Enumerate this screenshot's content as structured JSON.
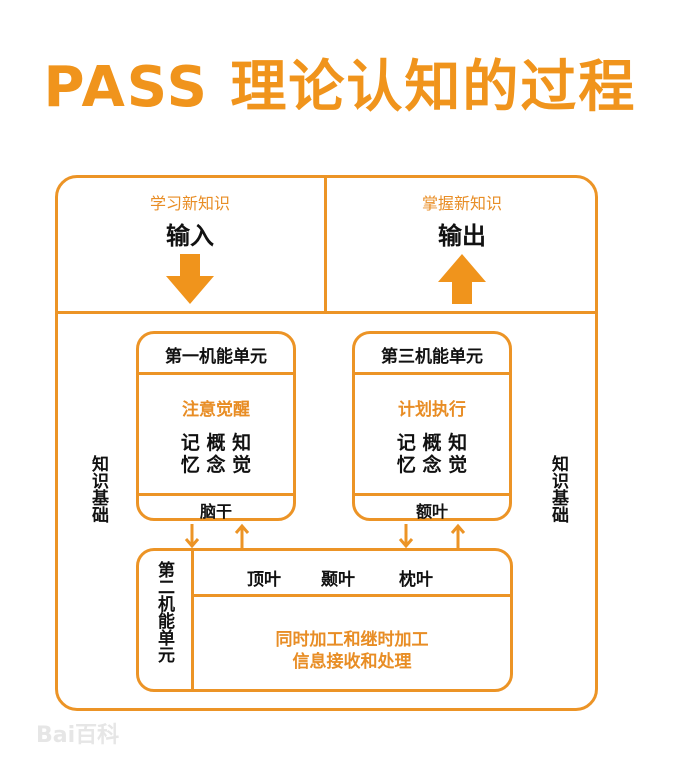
{
  "title": "PASS 理论认知的过程",
  "input": {
    "caption": "学习新知识",
    "label": "输入"
  },
  "output": {
    "caption": "掌握新知识",
    "label": "输出"
  },
  "side_label": "知识基础",
  "unit1": {
    "title": "第一机能单元",
    "function": "注意觉醒",
    "process_lines": [
      "记 概 知",
      "忆 念 觉"
    ],
    "region": "脑干"
  },
  "unit3": {
    "title": "第三机能单元",
    "function": "计划执行",
    "process_lines": [
      "记 概 知",
      "忆 念 觉"
    ],
    "region": "额叶"
  },
  "unit2": {
    "title": "第二机能单元",
    "regions": [
      "顶叶",
      "颞叶",
      "枕叶"
    ],
    "function_lines": [
      "同时加工和继时加工",
      "信息接收和处理"
    ]
  },
  "watermark": "Bai百科",
  "colors": {
    "accent": "#ec9426"
  }
}
